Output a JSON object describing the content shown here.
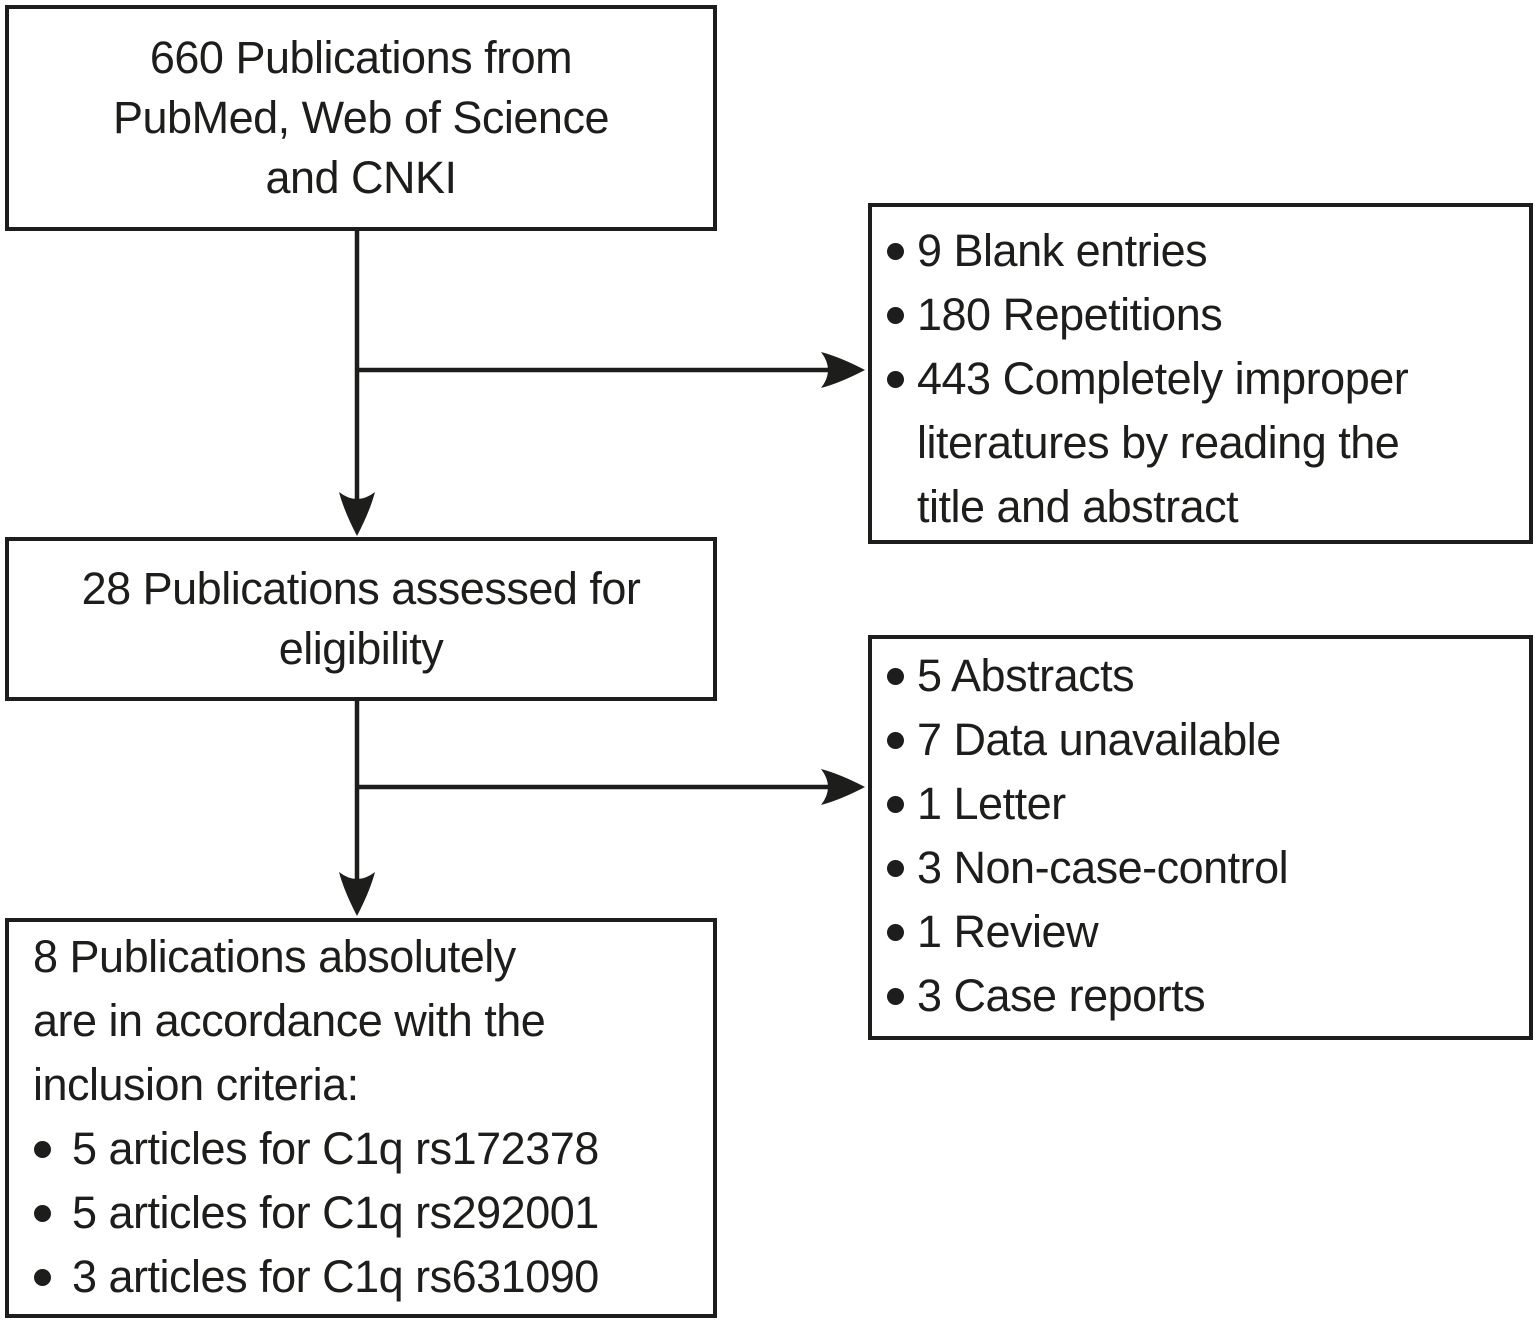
{
  "colors": {
    "ink": "#1d1d1b",
    "background": "#ffffff"
  },
  "boxes": {
    "source": {
      "lines": [
        "660 Publications from",
        "PubMed, Web of Science",
        "and CNKI"
      ]
    },
    "excluded_initial": {
      "items": [
        "9 Blank entries",
        "180 Repetitions",
        "443 Completely improper\nliteratures by reading the\ntitle and abstract"
      ]
    },
    "assessed": {
      "lines": [
        "28 Publications assessed for",
        "eligibility"
      ]
    },
    "excluded_eligibility": {
      "items": [
        "5 Abstracts",
        "7 Data unavailable",
        "1 Letter",
        "3 Non-case-control",
        "1 Review",
        "3 Case reports"
      ]
    },
    "included": {
      "intro_lines": [
        "8 Publications absolutely",
        "are in accordance with the",
        "inclusion criteria:"
      ],
      "items": [
        "5 articles for C1q rs172378",
        "5 articles for C1q rs292001",
        "3 articles for C1q rs631090"
      ]
    }
  }
}
